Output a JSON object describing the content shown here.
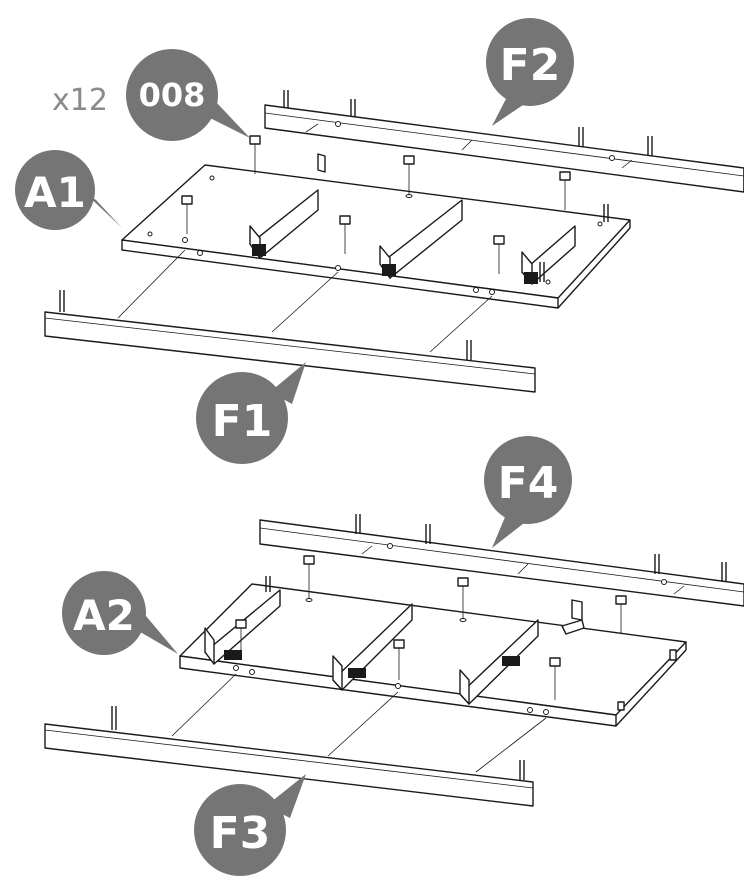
{
  "callouts": {
    "a1": "A1",
    "a2": "A2",
    "f1": "F1",
    "f2": "F2",
    "f3": "F3",
    "f4": "F4",
    "part": "008"
  },
  "quantity": "x12",
  "colors": {
    "callout_fill": "#757575",
    "line": "#1a1a1a",
    "quantity_text": "#8a8a8a",
    "background": "#ffffff"
  }
}
